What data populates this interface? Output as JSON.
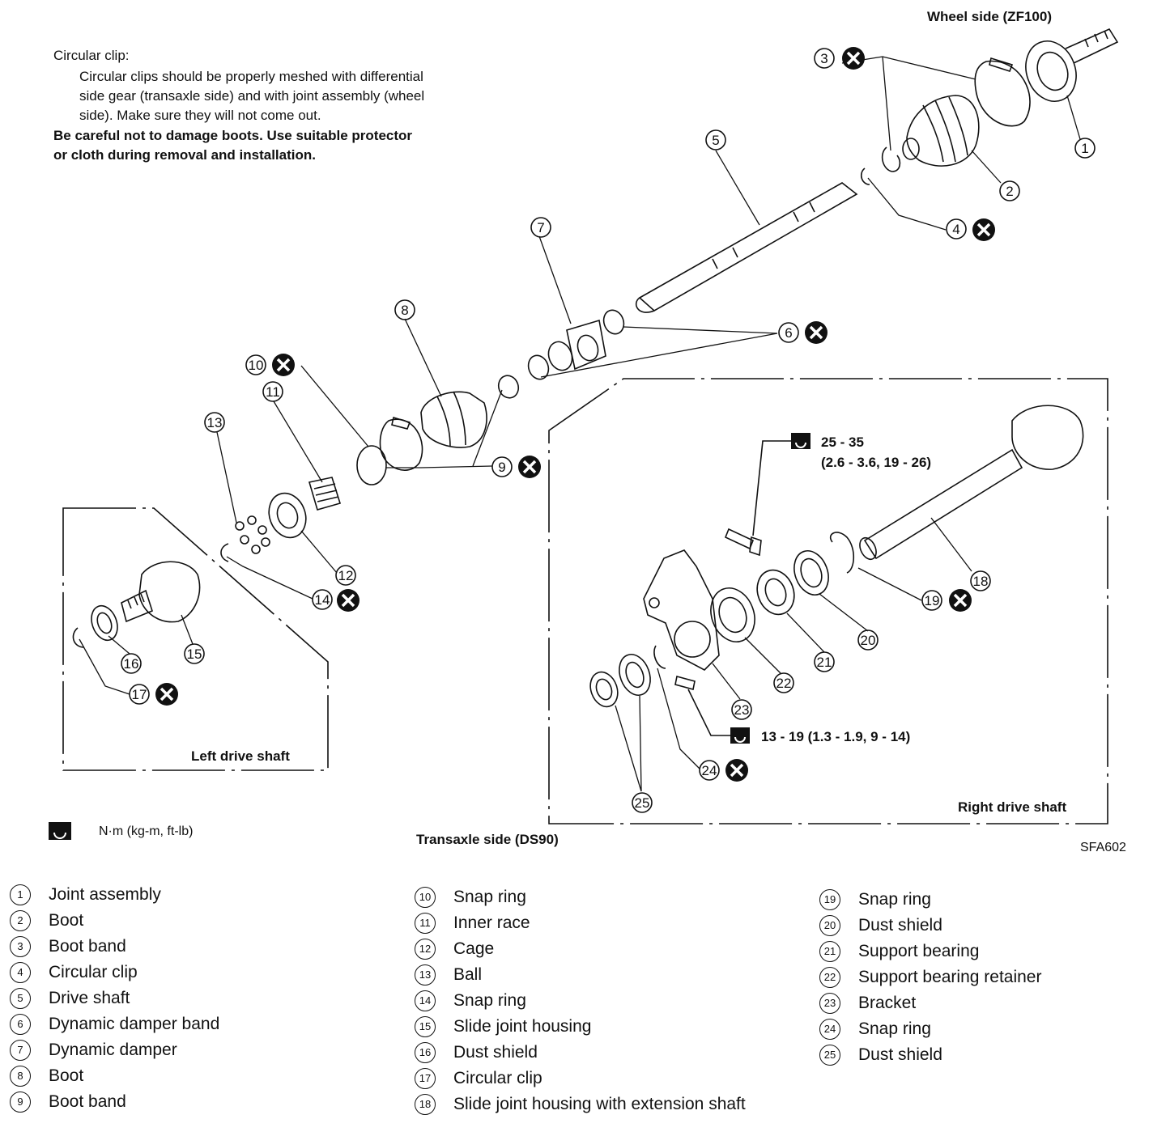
{
  "note": {
    "heading": "Circular clip:",
    "line1": "Circular clips should be properly meshed with differential",
    "line2": "side gear (transaxle side) and with joint assembly (wheel",
    "line3": "side). Make sure they will not come out.",
    "warning1": "Be careful not to damage boots. Use suitable protector",
    "warning2": "or cloth during removal and installation."
  },
  "labels": {
    "wheel_side": "Wheel side (ZF100)",
    "transaxle_side": "Transaxle side (DS90)",
    "left_drive_shaft": "Left drive shaft",
    "right_drive_shaft": "Right drive shaft",
    "figure_code": "SFA602",
    "torque_unit": "N·m (kg-m, ft-lb)"
  },
  "torque": {
    "bolt_upper_line1": "25 - 35",
    "bolt_upper_line2": "(2.6 - 3.6, 19 - 26)",
    "bolt_lower": "13 - 19 (1.3 - 1.9, 9 - 14)"
  },
  "callouts": [
    "1",
    "2",
    "3",
    "4",
    "5",
    "6",
    "7",
    "8",
    "9",
    "10",
    "11",
    "12",
    "13",
    "14",
    "15",
    "16",
    "17",
    "18",
    "19",
    "20",
    "21",
    "22",
    "23",
    "24",
    "25"
  ],
  "legend": {
    "col1": [
      {
        "num": "1",
        "text": "Joint assembly"
      },
      {
        "num": "2",
        "text": "Boot"
      },
      {
        "num": "3",
        "text": "Boot band"
      },
      {
        "num": "4",
        "text": "Circular clip"
      },
      {
        "num": "5",
        "text": "Drive shaft"
      },
      {
        "num": "6",
        "text": "Dynamic damper band"
      },
      {
        "num": "7",
        "text": "Dynamic damper"
      },
      {
        "num": "8",
        "text": "Boot"
      },
      {
        "num": "9",
        "text": "Boot band"
      }
    ],
    "col2": [
      {
        "num": "10",
        "text": "Snap ring"
      },
      {
        "num": "11",
        "text": "Inner race"
      },
      {
        "num": "12",
        "text": "Cage"
      },
      {
        "num": "13",
        "text": "Ball"
      },
      {
        "num": "14",
        "text": "Snap ring"
      },
      {
        "num": "15",
        "text": "Slide joint housing"
      },
      {
        "num": "16",
        "text": "Dust shield"
      },
      {
        "num": "17",
        "text": "Circular clip"
      },
      {
        "num": "18",
        "text": "Slide joint housing with extension shaft"
      }
    ],
    "col3": [
      {
        "num": "19",
        "text": "Snap ring"
      },
      {
        "num": "20",
        "text": "Dust shield"
      },
      {
        "num": "21",
        "text": "Support bearing"
      },
      {
        "num": "22",
        "text": "Support bearing retainer"
      },
      {
        "num": "23",
        "text": "Bracket"
      },
      {
        "num": "24",
        "text": "Snap ring"
      },
      {
        "num": "25",
        "text": "Dust shield"
      }
    ]
  }
}
